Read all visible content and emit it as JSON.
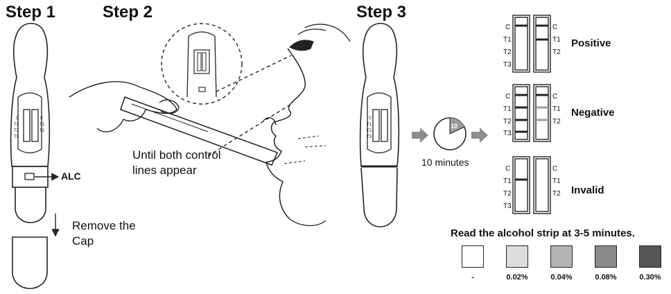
{
  "steps": {
    "step1": "Step 1",
    "step2": "Step 2",
    "step3": "Step 3"
  },
  "device_labels": {
    "c": "C",
    "t1": "T1",
    "t2": "T2",
    "t3": "T3"
  },
  "alc_label": "ALC",
  "remove_cap_line1": "Remove the",
  "remove_cap_line2": "Cap",
  "control_line1": "Until both control",
  "control_line2": "lines appear",
  "timer_number": "10",
  "timer_label": "10 minutes",
  "results": {
    "positive": "Positive",
    "negative": "Negative",
    "invalid": "Invalid"
  },
  "alcohol_heading": "Read the alcohol strip at 3-5 minutes.",
  "alcohol_scale": [
    {
      "label": "-",
      "color": "#ffffff"
    },
    {
      "label": "0.02%",
      "color": "#dcdcdc"
    },
    {
      "label": "0.04%",
      "color": "#b4b4b4"
    },
    {
      "label": "0.08%",
      "color": "#8a8a8a"
    },
    {
      "label": "0.30%",
      "color": "#555555"
    }
  ],
  "colors": {
    "line_stroke": "#222222",
    "arrow_gray": "#8c8c8c",
    "faint_line": "#9a9a9a"
  }
}
